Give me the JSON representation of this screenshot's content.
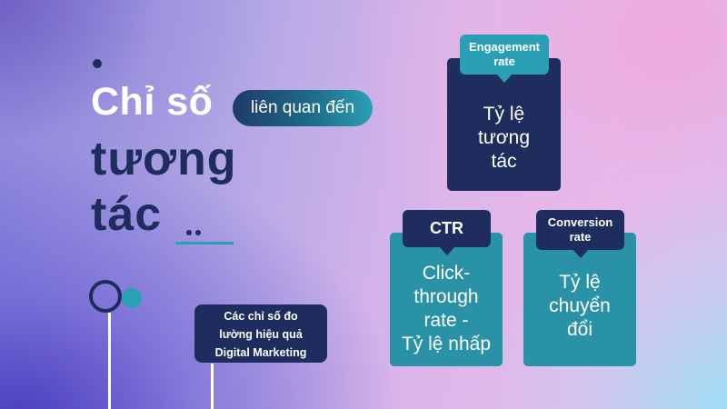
{
  "heading": {
    "line1": "Chỉ số",
    "pill": "liên quan đến",
    "line2": "tương",
    "line3": "tác"
  },
  "callout": {
    "line1": "Các chỉ số đo",
    "line2": "lường hiệu quả",
    "line3": "Digital Marketing"
  },
  "cards": {
    "engagement": {
      "tag_line1": "Engagement",
      "tag_line2": "rate",
      "body_line1": "Tỷ lệ",
      "body_line2": "tương",
      "body_line3": "tác"
    },
    "ctr": {
      "tag": "CTR",
      "body_line1": "Click-",
      "body_line2": "through",
      "body_line3": "rate -",
      "body_line4": "Tỷ lệ nhấp"
    },
    "conversion": {
      "tag_line1": "Conversion",
      "tag_line2": "rate",
      "body_line1": "Tỷ lệ",
      "body_line2": "chuyển",
      "body_line3": "đổi"
    }
  },
  "colors": {
    "navy": "#1f2d5e",
    "teal": "#2992a6",
    "accent": "#2a9eb5"
  }
}
